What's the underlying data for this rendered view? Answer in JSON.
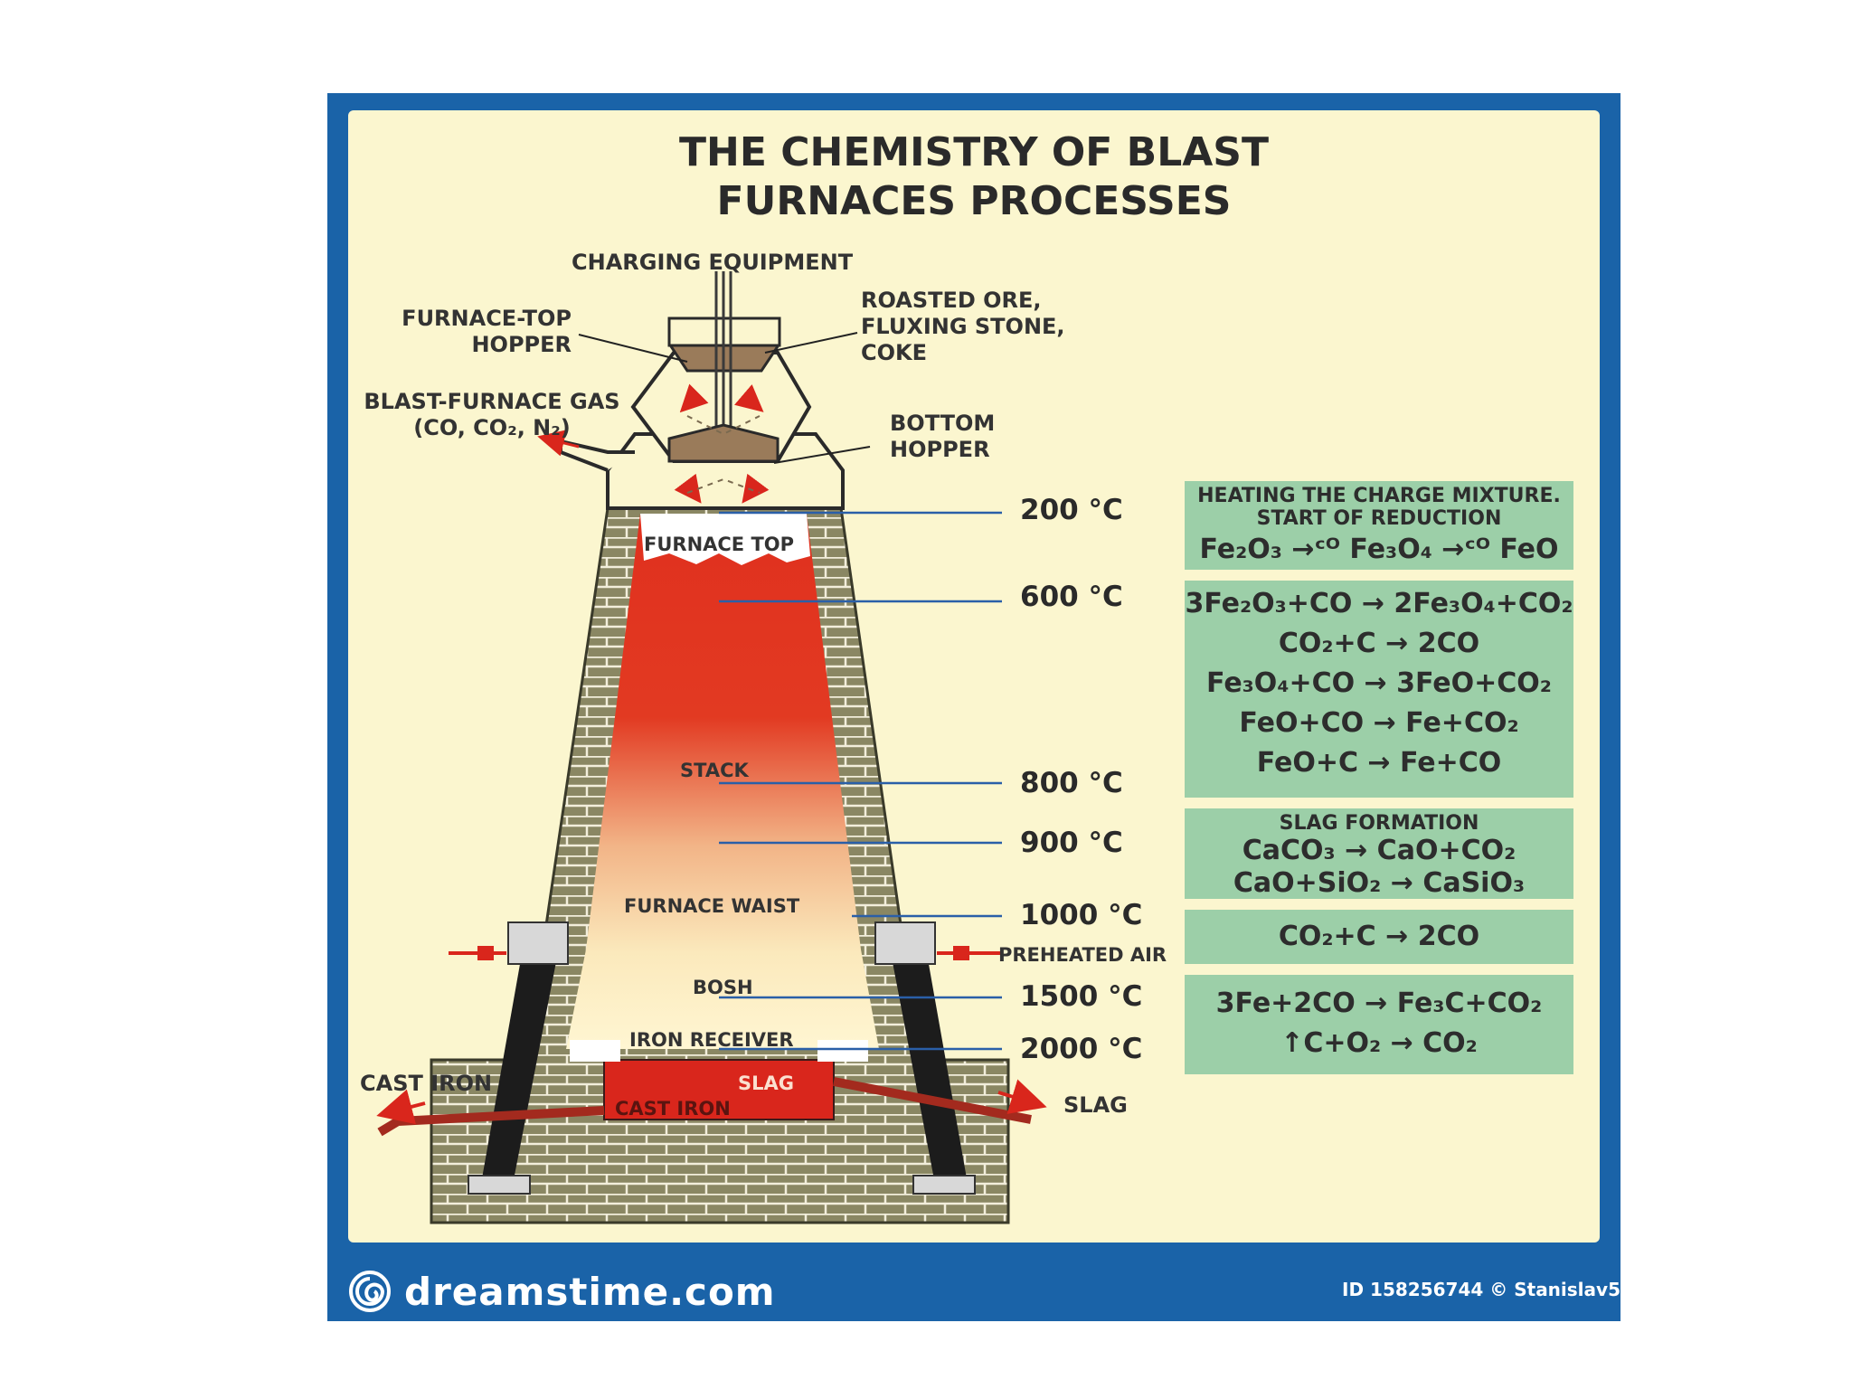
{
  "title": {
    "line1": "THE CHEMISTRY OF BLAST",
    "line2": "FURNACES PROCESSES"
  },
  "labels": {
    "charging_equipment": "CHARGING EQUIPMENT",
    "furnace_top_hopper_1": "FURNACE-TOP",
    "furnace_top_hopper_2": "HOPPER",
    "roasted_1": "ROASTED ORE,",
    "roasted_2": "FLUXING STONE,",
    "roasted_3": "COKE",
    "gas_1": "BLAST-FURNACE GAS",
    "gas_2": "(CO, CO₂, N₂)",
    "bottom_hopper_1": "BOTTOM",
    "bottom_hopper_2": "HOPPER",
    "furnace_top": "FURNACE TOP",
    "stack": "STACK",
    "furnace_waist": "FURNACE WAIST",
    "bosh": "BOSH",
    "iron_receiver": "IRON RECEIVER",
    "slag_inside": "SLAG",
    "cast_iron_inside": "CAST IRON",
    "cast_iron_out": "CAST IRON",
    "slag_out": "SLAG",
    "preheated_air": "PREHEATED AIR"
  },
  "temperatures": [
    "200 °C",
    "600 °C",
    "800 °C",
    "900 °C",
    "1000 °C",
    "1500 °C",
    "2000 °C"
  ],
  "boxes": {
    "b1": {
      "h1": "HEATING THE CHARGE MIXTURE.",
      "h2": "START OF REDUCTION",
      "eq": "Fe₂O₃ →ᶜᴼ Fe₃O₄ →ᶜᴼ FeO"
    },
    "b2": {
      "eq1": "3Fe₂O₃+CO → 2Fe₃O₄+CO₂",
      "eq2": "CO₂+C → 2CO",
      "eq3": "Fe₃O₄+CO → 3FeO+CO₂",
      "eq4": "FeO+CO → Fe+CO₂",
      "eq5": "FeO+C → Fe+CO"
    },
    "b3": {
      "h1": "SLAG FORMATION",
      "eq1": "CaCO₃ → CaO+CO₂",
      "eq2": "CaO+SiO₂ → CaSiO₃"
    },
    "b4": {
      "eq1": "CO₂+C → 2CO"
    },
    "b5": {
      "eq1": "3Fe+2CO → Fe₃C+CO₂",
      "eq2": "↑C+O₂ → CO₂"
    }
  },
  "footer": {
    "brand": "dreamstime.com",
    "id": "ID 158256744 © Stanislav5"
  },
  "colors": {
    "frame": "#1a63a8",
    "panel": "#fbf6cf",
    "box": "#9ccfa8",
    "brick": "#8a8763",
    "hot": "#e0301e"
  }
}
